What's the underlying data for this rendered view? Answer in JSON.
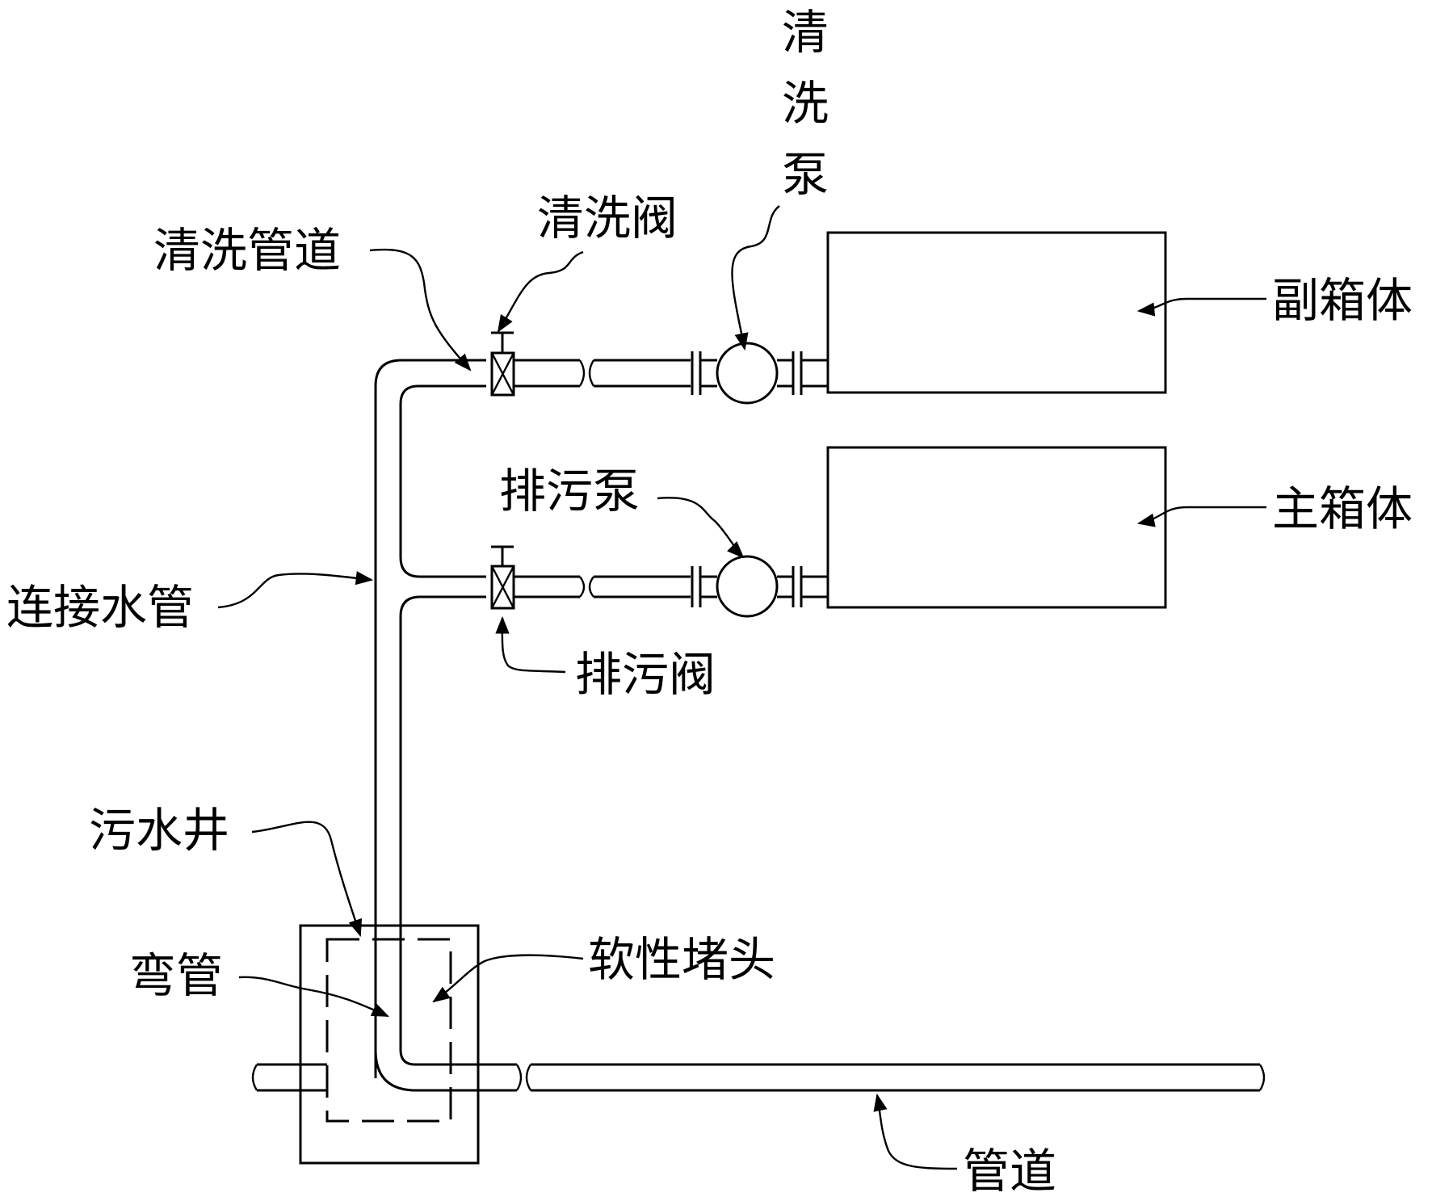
{
  "labels": {
    "cleaning_pump": "清洗泵",
    "cleaning_valve": "清洗阀",
    "cleaning_pipe": "清洗管道",
    "secondary_tank": "副箱体",
    "drain_pump": "排污泵",
    "main_tank": "主箱体",
    "connecting_pipe": "连接水管",
    "drain_valve": "排污阀",
    "sewage_well": "污水井",
    "elbow": "弯管",
    "soft_plug": "软性堵头",
    "pipeline": "管道"
  }
}
